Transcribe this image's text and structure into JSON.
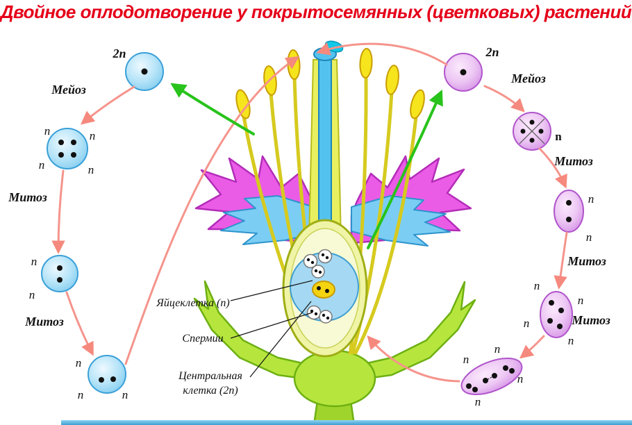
{
  "title": "Двойное оплодотворение у покрытосемянных (цветковых) растений",
  "colors": {
    "title_red": "#e50019",
    "arrow_red": "#f59086",
    "arrow_green": "#28c31b",
    "cell_blue": "#9ed9f5",
    "cell_purple": "#e3a7ef"
  },
  "left_cycle": {
    "ploidy": "2n",
    "meiosis": "Мейоз",
    "tetrad_labels": [
      "n",
      "n",
      "n",
      "n"
    ],
    "mitosis_1": "Митоз",
    "pair_labels": [
      "n",
      "n"
    ],
    "mitosis_2": "Митоз",
    "embryo_sac_labels": [
      "n",
      "n",
      "n"
    ]
  },
  "right_cycle": {
    "ploidy": "2n",
    "meiosis": "Мейоз",
    "tetrad_label": "n",
    "mitosis_1": "Митоз",
    "pair_labels": [
      "n",
      "n"
    ],
    "mitosis_2": "Митоз",
    "quad_labels": [
      "n",
      "n",
      "n",
      "n"
    ],
    "mitosis_3": "Митоз",
    "pollen_labels": [
      "n",
      "n",
      "n",
      "n"
    ]
  },
  "flower": {
    "egg_label": "Яйцеклетка (n)",
    "sperm_label": "Спермии",
    "central_label_line1": "Центральная",
    "central_label_line2": "клетка (2n)"
  }
}
